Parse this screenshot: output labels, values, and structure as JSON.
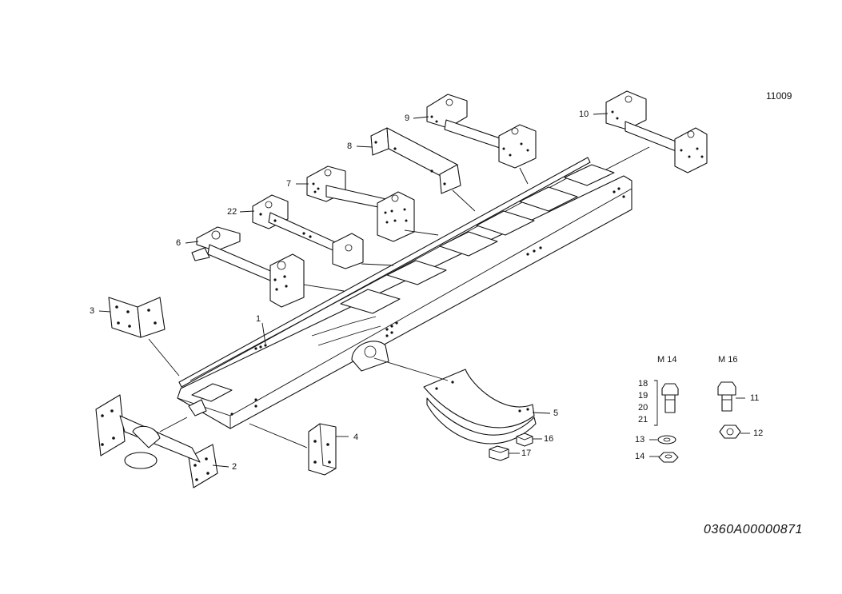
{
  "reference": "11009",
  "drawing_code": "0360A00000871",
  "thread_sizes": {
    "m14": "M 14",
    "m16": "M 16"
  },
  "callouts": {
    "p1": "1",
    "p2": "2",
    "p3": "3",
    "p4": "4",
    "p5": "5",
    "p6": "6",
    "p7": "7",
    "p8": "8",
    "p9": "9",
    "p10": "10",
    "p11": "11",
    "p12": "12",
    "p13": "13",
    "p14": "14",
    "p16": "16",
    "p17": "17",
    "p18": "18",
    "p19": "19",
    "p20": "20",
    "p21": "21",
    "p22": "22"
  }
}
